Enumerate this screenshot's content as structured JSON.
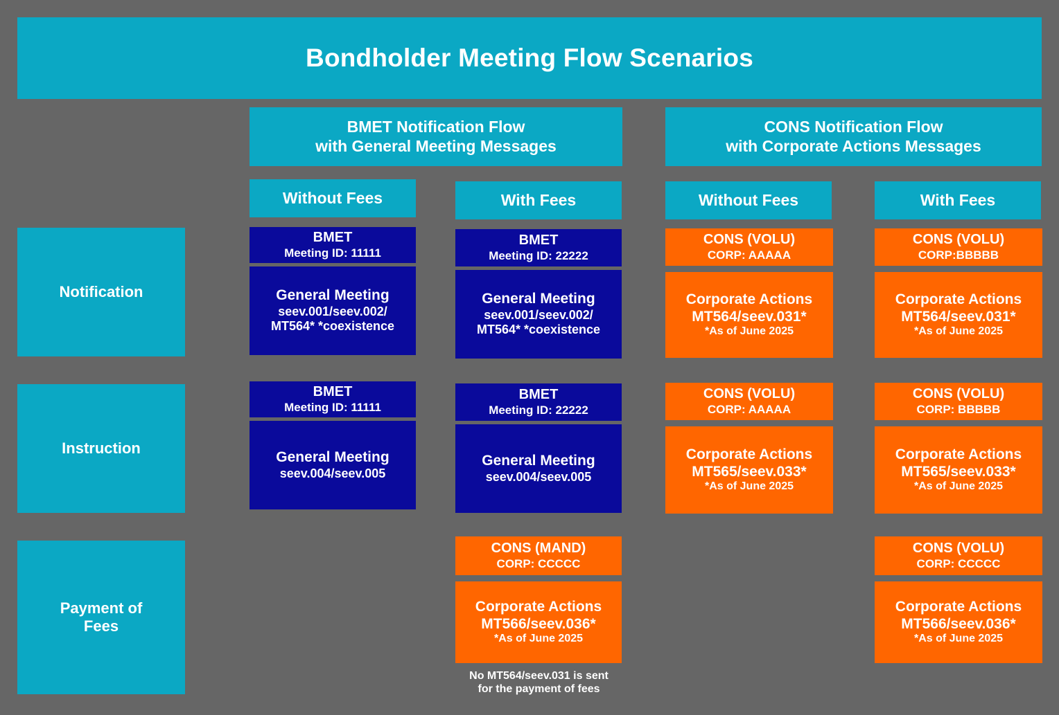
{
  "title": "Bondholder Meeting Flow Scenarios",
  "colors": {
    "background": "#666666",
    "teal": "#0BA8C4",
    "navy": "#0A0A9B",
    "orange": "#FF6600",
    "text": "#FFFFFF"
  },
  "group_headers": [
    {
      "line1": "BMET Notification Flow",
      "line2": "with General Meeting Messages"
    },
    {
      "line1": "CONS Notification Flow",
      "line2": "with Corporate Actions Messages"
    }
  ],
  "fee_headers": {
    "bmet_without": "Without Fees",
    "bmet_with": "With Fees",
    "cons_without": "Without Fees",
    "cons_with": "With Fees"
  },
  "row_labels": {
    "notification": "Notification",
    "instruction": "Instruction",
    "payment_of_fees_line1": "Payment of",
    "payment_of_fees_line2": "Fees"
  },
  "notification": {
    "bmet_without": {
      "top_line1": "BMET",
      "top_line2": "Meeting ID: 11111",
      "bot_line1": "General Meeting",
      "bot_line2": "seev.001/seev.002/",
      "bot_line3": "MT564* *coexistence"
    },
    "bmet_with": {
      "top_line1": "BMET",
      "top_line2": "Meeting ID: 22222",
      "bot_line1": "General Meeting",
      "bot_line2": "seev.001/seev.002/",
      "bot_line3": "MT564* *coexistence"
    },
    "cons_without": {
      "top_line1": "CONS (VOLU)",
      "top_line2": "CORP: AAAAA",
      "bot_line1": "Corporate Actions",
      "bot_line2": "MT564/seev.031*",
      "bot_line3": "*As of June 2025"
    },
    "cons_with": {
      "top_line1": "CONS (VOLU)",
      "top_line2": "CORP:BBBBB",
      "bot_line1": "Corporate Actions",
      "bot_line2": "MT564/seev.031*",
      "bot_line3": "*As of June 2025"
    }
  },
  "instruction": {
    "bmet_without": {
      "top_line1": "BMET",
      "top_line2": "Meeting ID: 11111",
      "bot_line1": "General Meeting",
      "bot_line2": "seev.004/seev.005",
      "bot_line3": ""
    },
    "bmet_with": {
      "top_line1": "BMET",
      "top_line2": "Meeting ID: 22222",
      "bot_line1": "General Meeting",
      "bot_line2": "seev.004/seev.005",
      "bot_line3": ""
    },
    "cons_without": {
      "top_line1": "CONS (VOLU)",
      "top_line2": "CORP: AAAAA",
      "bot_line1": "Corporate Actions",
      "bot_line2": "MT565/seev.033*",
      "bot_line3": "*As of June 2025"
    },
    "cons_with": {
      "top_line1": "CONS (VOLU)",
      "top_line2": "CORP: BBBBB",
      "bot_line1": "Corporate Actions",
      "bot_line2": "MT565/seev.033*",
      "bot_line3": "*As of June 2025"
    }
  },
  "payment_of_fees": {
    "bmet_with": {
      "top_line1": "CONS (MAND)",
      "top_line2": "CORP: CCCCC",
      "bot_line1": "Corporate Actions",
      "bot_line2": "MT566/seev.036*",
      "bot_line3": "*As of June 2025",
      "note_line1": "No MT564/seev.031 is sent",
      "note_line2": "for the payment of fees"
    },
    "cons_with": {
      "top_line1": "CONS (VOLU)",
      "top_line2": "CORP: CCCCC",
      "bot_line1": "Corporate Actions",
      "bot_line2": "MT566/seev.036*",
      "bot_line3": "*As of June 2025"
    }
  }
}
